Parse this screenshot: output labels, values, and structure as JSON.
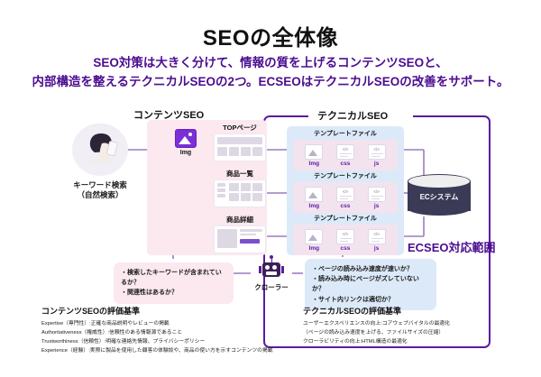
{
  "header": {
    "title": "SEOの全体像",
    "subtitle_line1": "SEO対策は大きく分けて、情報の質を上げるコンテンツSEOと、",
    "subtitle_line2": "内部構造を整えるテクニカルSEOの2つ。ECSEOはテクニカルSEOの改善をサポート。"
  },
  "sections": {
    "content_seo_label": "コンテンツSEO",
    "technical_seo_label": "テクニカルSEO",
    "ecseo_scope_label": "ECSEO対応範囲"
  },
  "user": {
    "label_line1": "キーワード検索",
    "label_line2": "（自然検索）",
    "icon": "person-with-phone-icon"
  },
  "img_node": {
    "caption": "Img",
    "icon": "image-icon"
  },
  "pages": [
    {
      "name": "TOPページ",
      "icon": "page-thumbnail-icon"
    },
    {
      "name": "商品一覧",
      "icon": "page-thumbnail-icon"
    },
    {
      "name": "商品詳細",
      "icon": "page-thumbnail-icon"
    }
  ],
  "templates": [
    {
      "caption": "テンプレートファイル",
      "items": [
        {
          "label": "Img",
          "icon": "image-file-icon"
        },
        {
          "label": "css",
          "icon": "css-file-icon"
        },
        {
          "label": "js",
          "icon": "js-file-icon"
        }
      ]
    },
    {
      "caption": "テンプレートファイル",
      "items": [
        {
          "label": "Img",
          "icon": "image-file-icon"
        },
        {
          "label": "css",
          "icon": "css-file-icon"
        },
        {
          "label": "js",
          "icon": "js-file-icon"
        }
      ]
    },
    {
      "caption": "テンプレートファイル",
      "items": [
        {
          "label": "Img",
          "icon": "image-file-icon"
        },
        {
          "label": "css",
          "icon": "css-file-icon"
        },
        {
          "label": "js",
          "icon": "js-file-icon"
        }
      ]
    }
  ],
  "ec_system": {
    "label": "ECシステム",
    "icon": "database-cylinder-icon"
  },
  "crawler": {
    "label": "クローラー",
    "icon": "robot-icon"
  },
  "callouts": {
    "content": {
      "line1": "・検索したキーワードが含まれているか？",
      "line2": "・関連性はあるか？"
    },
    "technical": {
      "line1": "・ページの読み込み速度が速いか？",
      "line2": "・読み込み時にページがズレていないか？",
      "line3": "・サイト内リンクは適切か？"
    }
  },
  "footnotes": {
    "content": {
      "heading": "コンテンツSEOの評価基準",
      "line1": "Expertise（専門性）:正確な商品説明やレビューの掲載",
      "line2": "Authoritativeness（権威性）:信頼性のある情報源であること",
      "line3": "Trustworthiness（信頼性）:明確な連絡先情報、プライバシーポリシー",
      "line4": "Experience（経験）:実際に製品を使用した顧客の体験談や、商品の使い方を示すコンテンツの掲載"
    },
    "technical": {
      "heading": "テクニカルSEOの評価基準",
      "line1": "ユーザーエクスペリエンスの向上:コアウェブバイタルの最適化",
      "line2": "（ページの読み込み速度を上げる、ファイルサイズの圧縮）",
      "line3": "クローラビリティの向上:HTML構造の最適化"
    }
  },
  "colors": {
    "accent_purple": "#5b1b9e",
    "heading_purple": "#4b0c8f",
    "pink_panel": "#fbe9ef",
    "blue_panel": "#dce9f8",
    "db_navy": "#3b3b57",
    "wire": "#9b7bc4"
  }
}
